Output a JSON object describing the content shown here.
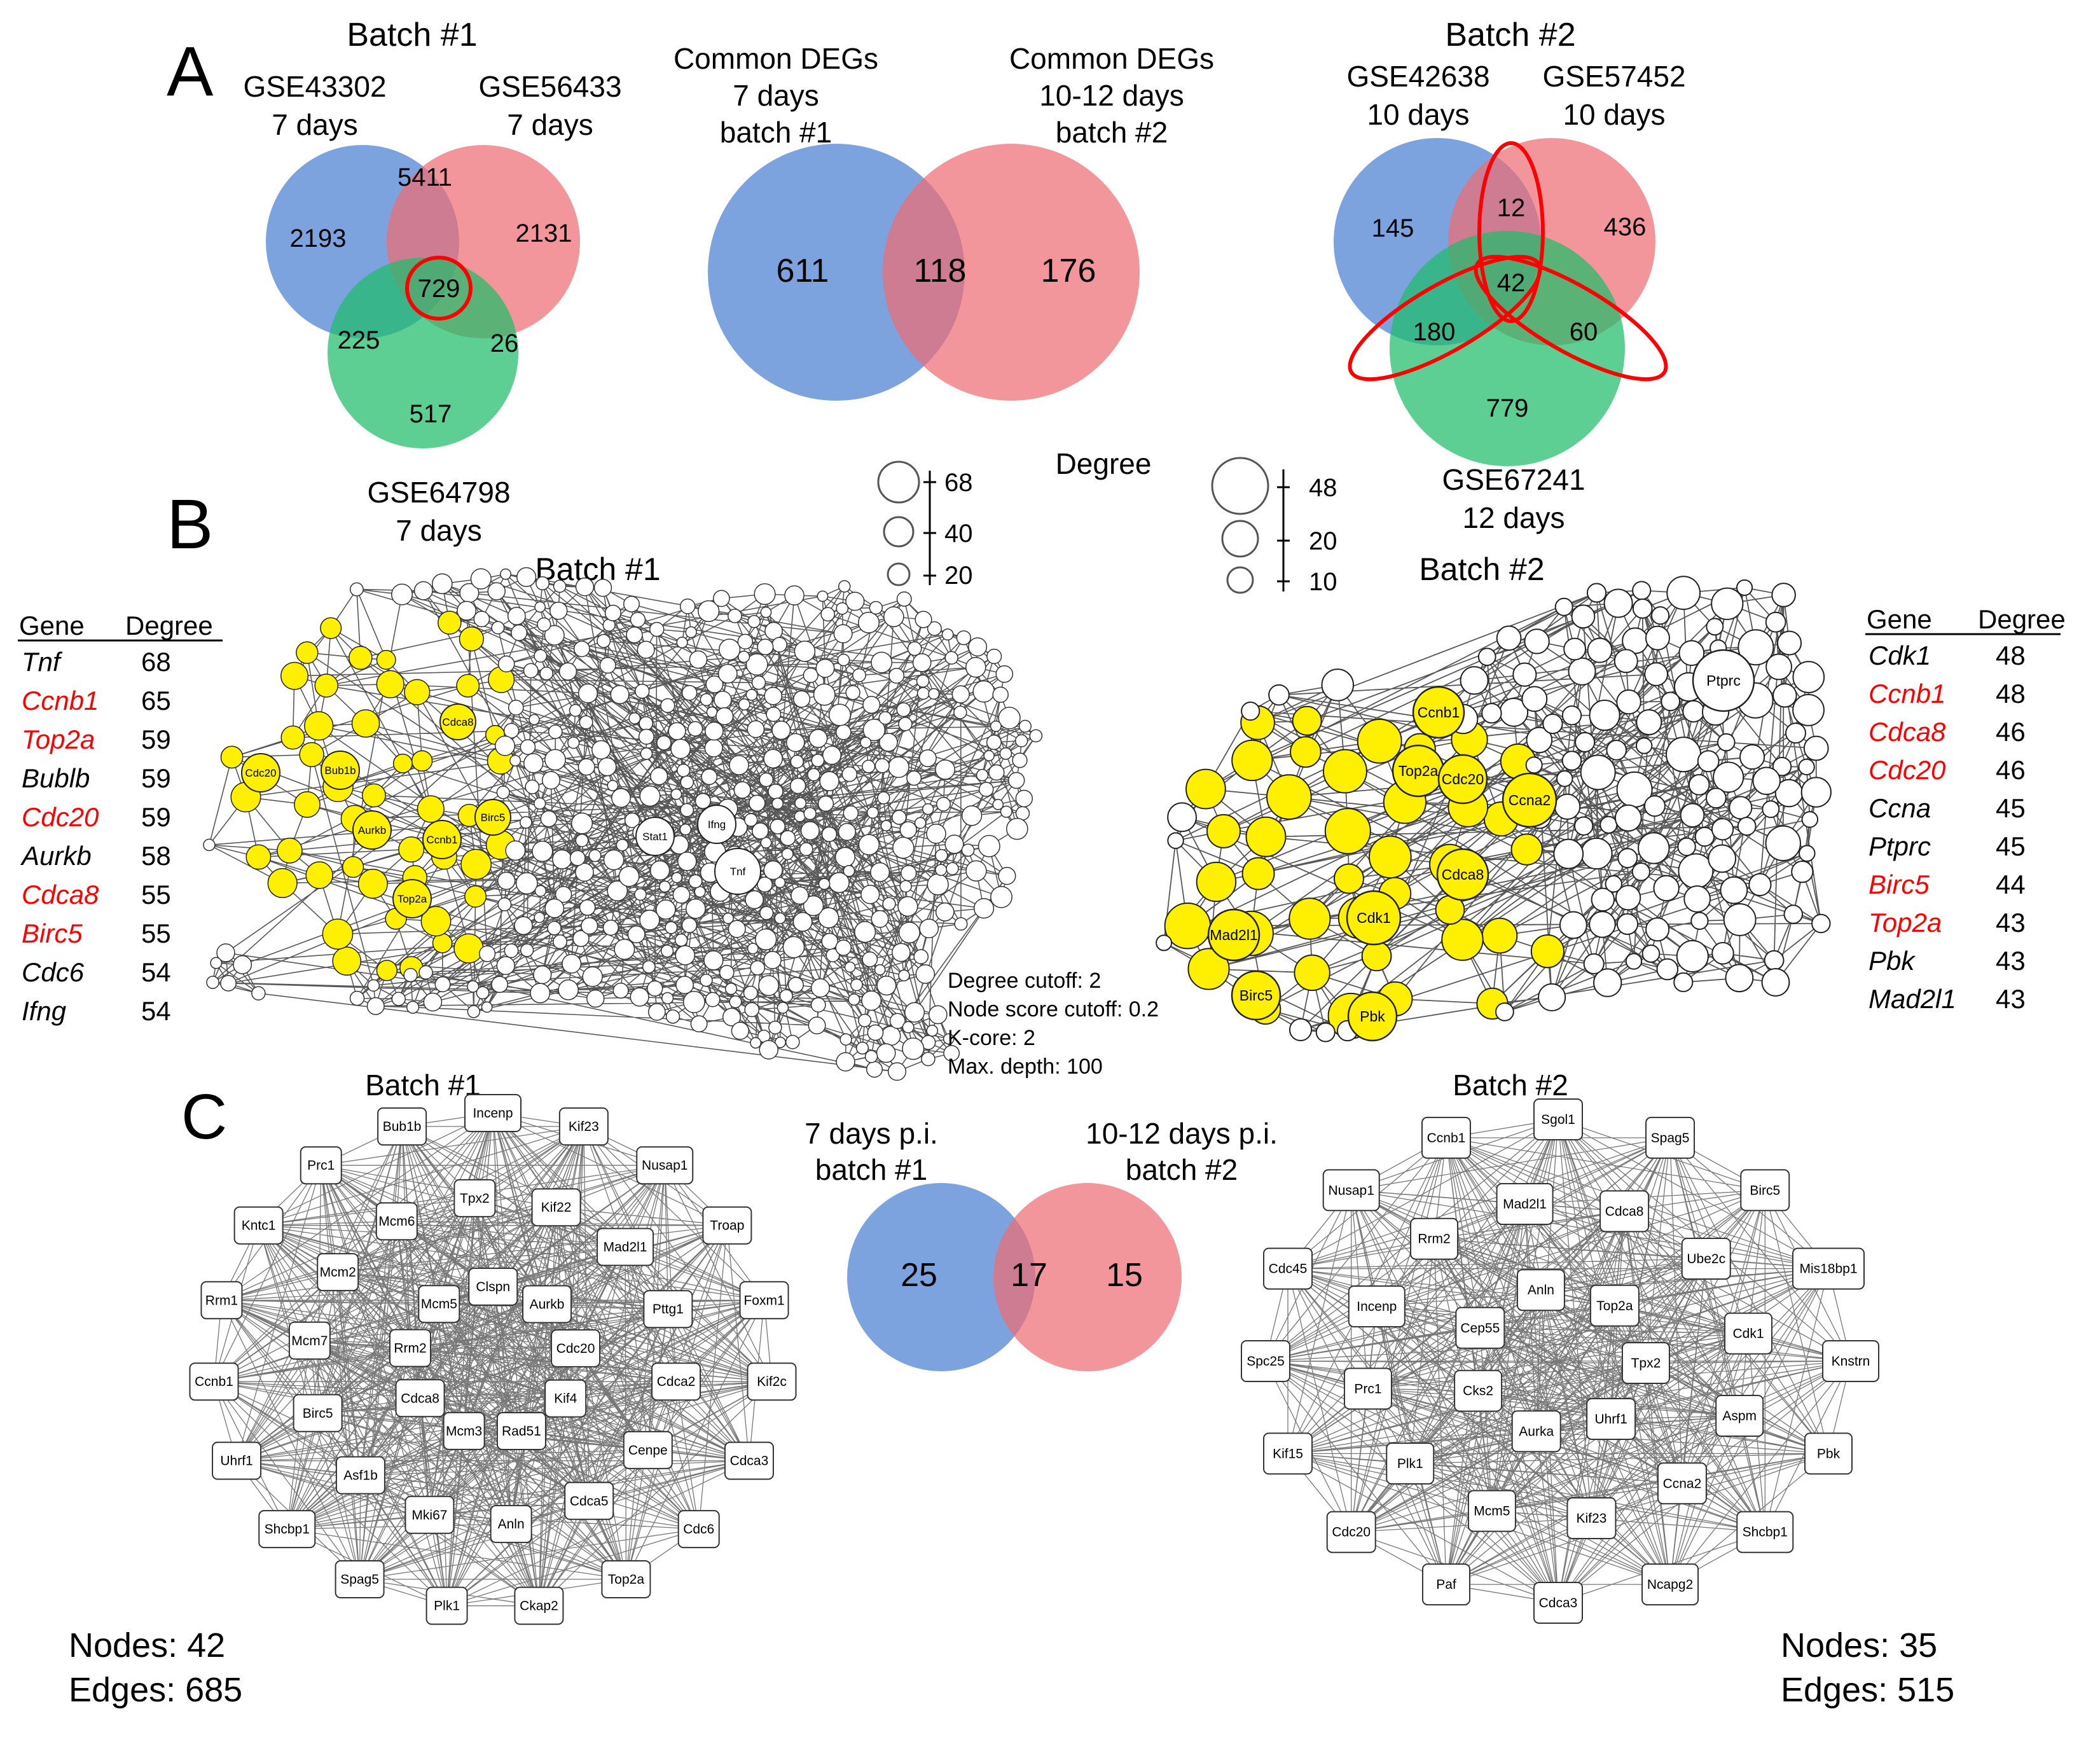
{
  "colors": {
    "blue": "#4a7fd1",
    "red": "#ef6e74",
    "green": "#1ebc6a",
    "yellow": "#ffef00",
    "highlight": "#ff0000",
    "edge": "#3a3a3a"
  },
  "panel_a": {
    "label": "A",
    "batch1": {
      "title": "Batch #1",
      "sets": [
        {
          "name": "GSE43302",
          "time": "7 days"
        },
        {
          "name": "GSE56433",
          "time": "7 days"
        },
        {
          "name": "GSE64798",
          "time": "7 days"
        }
      ],
      "counts": {
        "only_a": "2193",
        "ab": "5411",
        "only_b": "2131",
        "abc": "729",
        "ac": "225",
        "bc": "26",
        "only_c": "517"
      }
    },
    "common": {
      "left_title": [
        "Common DEGs",
        "7 days",
        "batch #1"
      ],
      "right_title": [
        "Common DEGs",
        "10-12 days",
        "batch #2"
      ],
      "counts": {
        "left": "611",
        "both": "118",
        "right": "176"
      }
    },
    "batch2": {
      "title": "Batch #2",
      "sets": [
        {
          "name": "GSE42638",
          "time": "10 days"
        },
        {
          "name": "GSE57452",
          "time": "10 days"
        },
        {
          "name": "GSE67241",
          "time": "12 days"
        }
      ],
      "counts": {
        "only_a": "145",
        "ab": "12",
        "only_b": "436",
        "abc": "42",
        "ac": "180",
        "bc": "60",
        "only_c": "779"
      }
    }
  },
  "panel_b": {
    "label": "B",
    "degree_title": "Degree",
    "legend1": [
      "68",
      "40",
      "20"
    ],
    "legend2": [
      "48",
      "20",
      "10"
    ],
    "batch1": {
      "title": "Batch #1",
      "table_header": [
        "Gene",
        "Degree"
      ],
      "rows": [
        {
          "gene": "Tnf",
          "degree": "68",
          "hl": false
        },
        {
          "gene": "Ccnb1",
          "degree": "65",
          "hl": true
        },
        {
          "gene": "Top2a",
          "degree": "59",
          "hl": true
        },
        {
          "gene": "Bublb",
          "degree": "59",
          "hl": false
        },
        {
          "gene": "Cdc20",
          "degree": "59",
          "hl": true
        },
        {
          "gene": "Aurkb",
          "degree": "58",
          "hl": false
        },
        {
          "gene": "Cdca8",
          "degree": "55",
          "hl": true
        },
        {
          "gene": "Birc5",
          "degree": "55",
          "hl": true
        },
        {
          "gene": "Cdc6",
          "degree": "54",
          "hl": false
        },
        {
          "gene": "Ifng",
          "degree": "54",
          "hl": false
        }
      ],
      "node_labels": {
        "yellow": [
          "Cdc20",
          "Bub1b",
          "Aurkb",
          "Cdca8",
          "Ccnb1",
          "Birc5",
          "Top2a"
        ],
        "white": [
          "Stat1",
          "Ifng",
          "Tnf"
        ]
      },
      "params": [
        "Degree cutoff: 2",
        "Node score cutoff: 0.2",
        "K-core: 2",
        "Max. depth: 100"
      ]
    },
    "batch2": {
      "title": "Batch #2",
      "table_header": [
        "Gene",
        "Degree"
      ],
      "rows": [
        {
          "gene": "Cdk1",
          "degree": "48",
          "hl": false
        },
        {
          "gene": "Ccnb1",
          "degree": "48",
          "hl": true
        },
        {
          "gene": "Cdca8",
          "degree": "46",
          "hl": true
        },
        {
          "gene": "Cdc20",
          "degree": "46",
          "hl": true
        },
        {
          "gene": "Ccna",
          "degree": "45",
          "hl": false
        },
        {
          "gene": "Ptprc",
          "degree": "45",
          "hl": false
        },
        {
          "gene": "Birc5",
          "degree": "44",
          "hl": true
        },
        {
          "gene": "Top2a",
          "degree": "43",
          "hl": true
        },
        {
          "gene": "Pbk",
          "degree": "43",
          "hl": false
        },
        {
          "gene": "Mad2l1",
          "degree": "43",
          "hl": false
        }
      ],
      "node_labels": {
        "yellow": [
          "Ccnb1",
          "Top2a",
          "Cdc20",
          "Ccna2",
          "Cdca8",
          "Cdk1",
          "Mad2l1",
          "Birc5",
          "Pbk"
        ],
        "white": [
          "Ptprc"
        ]
      }
    }
  },
  "panel_c": {
    "label": "C",
    "batch1": {
      "title": "Batch #1",
      "nodes_text": "Nodes: 42",
      "edges_text": "Edges: 685",
      "genes": [
        "Incenp",
        "Kif23",
        "Nusap1",
        "Troap",
        "Foxm1",
        "Kif2c",
        "Cdca3",
        "Cdc6",
        "Top2a",
        "Ckap2",
        "Plk1",
        "Spag5",
        "Shcbp1",
        "Uhrf1",
        "Ccnb1",
        "Rrm1",
        "Kntc1",
        "Prc1",
        "Bub1b",
        "Kif22",
        "Mad2l1",
        "Pttg1",
        "Cdca2",
        "Cenpe",
        "Cdca5",
        "Anln",
        "Mki67",
        "Asf1b",
        "Birc5",
        "Mcm7",
        "Mcm2",
        "Mcm6",
        "Tpx2",
        "Aurkb",
        "Cdc20",
        "Kif4",
        "Rad51",
        "Mcm3",
        "Cdca8",
        "Rrm2",
        "Mcm5",
        "Clspn"
      ]
    },
    "venn": {
      "left_title": [
        "7 days p.i.",
        "batch #1"
      ],
      "right_title": [
        "10-12 days p.i.",
        "batch #2"
      ],
      "counts": {
        "left": "25",
        "both": "17",
        "right": "15"
      }
    },
    "batch2": {
      "title": "Batch #2",
      "nodes_text": "Nodes: 35",
      "edges_text": "Edges: 515",
      "genes": [
        "Sgol1",
        "Spag5",
        "Birc5",
        "Mis18bp1",
        "Knstrn",
        "Pbk",
        "Shcbp1",
        "Ncapg2",
        "Cdca3",
        "Paf",
        "Cdc20",
        "Kif15",
        "Spc25",
        "Cdc45",
        "Nusap1",
        "Ccnb1",
        "Cdca8",
        "Ube2c",
        "Cdk1",
        "Aspm",
        "Ccna2",
        "Kif23",
        "Mcm5",
        "Plk1",
        "Prc1",
        "Incenp",
        "Rrm2",
        "Mad2l1",
        "Top2a",
        "Tpx2",
        "Uhrf1",
        "Aurka",
        "Cks2",
        "Cep55",
        "Anln"
      ]
    }
  }
}
